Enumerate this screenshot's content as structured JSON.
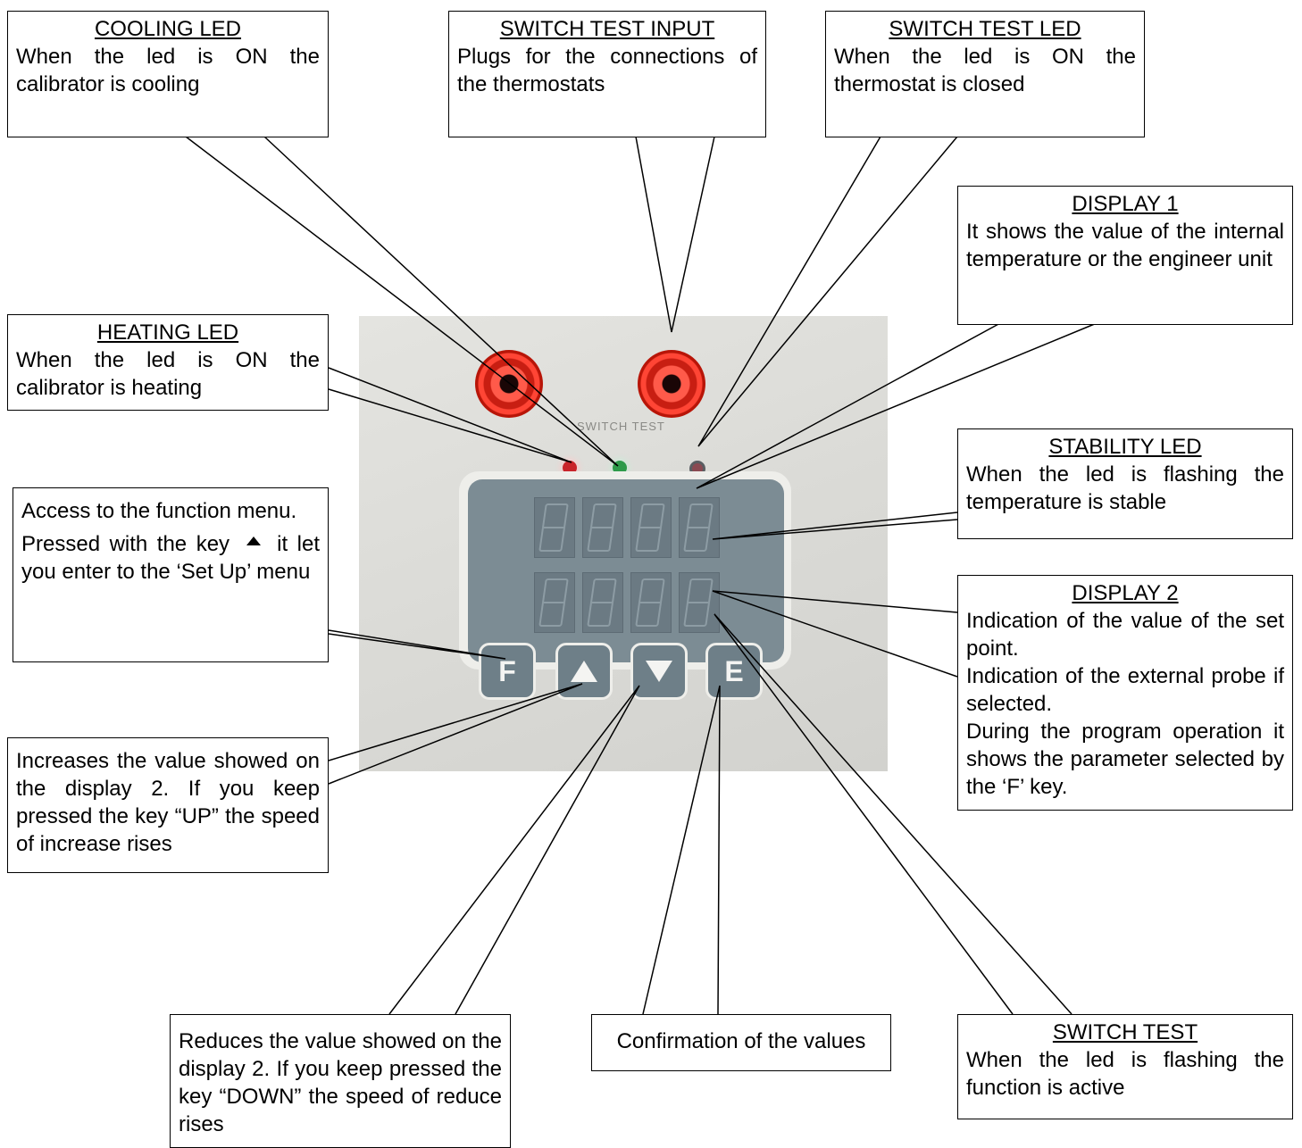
{
  "callouts": {
    "cooling_led": {
      "title": "COOLING LED",
      "body": "When the led is ON the calibrator is cooling"
    },
    "switch_test_input": {
      "title": "SWITCH TEST INPUT",
      "body": "Plugs for the connections of the thermostats"
    },
    "switch_test_led": {
      "title": "SWITCH TEST LED",
      "body": "When the led is ON the thermostat is closed"
    },
    "display1": {
      "title": "DISPLAY 1",
      "body": "It shows the value of the internal temperature or the engineer unit"
    },
    "heating_led": {
      "title": "HEATING LED",
      "body": "When the led is ON the calibrator is heating"
    },
    "stability_led": {
      "title": "STABILITY LED",
      "body": "When the led is flashing the temperature is stable"
    },
    "f_key": {
      "line1": "Access to the function menu.",
      "line2a": "Pressed with the key",
      "line2b": "it let you enter to the ‘Set Up’ menu"
    },
    "display2": {
      "title": "DISPLAY 2",
      "line1": "Indication of the value of the set point.",
      "line2": "Indication of the external probe if selected.",
      "line3": "During the program operation it shows the parameter selected by the ‘F’ key."
    },
    "up_key": {
      "body": "Increases the value showed on the display 2. If you keep pressed the key “UP” the speed of increase rises"
    },
    "down_key": {
      "body": "Reduces the value showed on the display 2. If you keep pressed the key “DOWN” the speed of reduce rises"
    },
    "e_key": {
      "body": "Confirmation of the values"
    },
    "switch_test": {
      "title": "SWITCH TEST",
      "body": "When the led is flashing the function is active"
    }
  },
  "device": {
    "switch_label": "SWITCH TEST",
    "keys": {
      "f": "F",
      "e": "E",
      "up_icon": "up-triangle-icon",
      "down_icon": "down-triangle-icon"
    },
    "colors": {
      "jack": "#e8281a",
      "heating_led": "#c8242a",
      "cooling_led": "#2e9a4a",
      "screen": "#7c8c94"
    }
  }
}
